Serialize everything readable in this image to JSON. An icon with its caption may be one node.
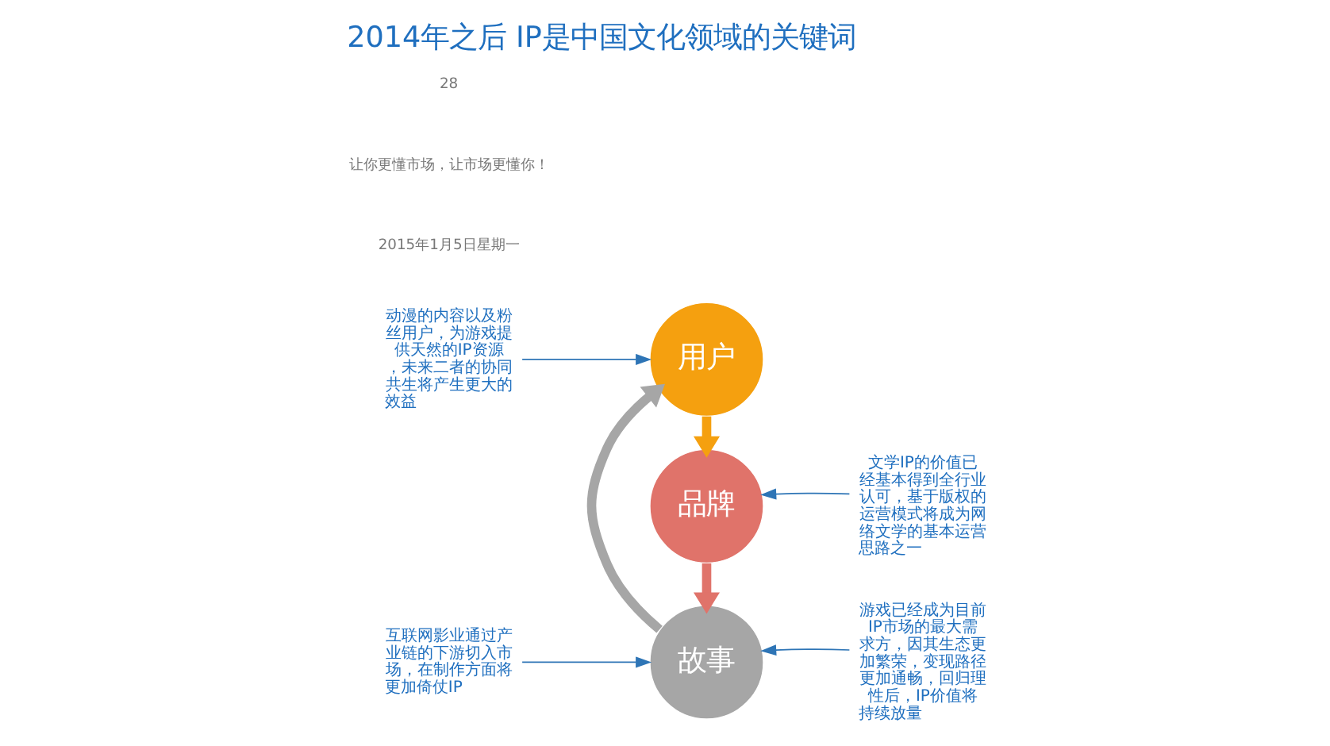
{
  "diagram": {
    "title": "2014年之后 IP是中国文化领域的关键词",
    "nodes": [
      {
        "text": [
          "动漫的内容以及粉丝用户，为游戏提供天然的IP资源，未来二者的协同共生将产生更大的效益"
        ]
      },
      {
        "text": [
          "文学IP的价值已经基本得到全行业认可，基于版权的运营模式将成为网络文学的基本运营思路之一"
        ]
      },
      {
        "text": [
          "用户"
        ]
      },
      {
        "text": [
          "品牌"
        ]
      },
      {
        "text": [
          "故事"
        ]
      },
      {
        "text": [
          "互联网影业通过产业链的下游切入市场，在制作方面将更加倚仗IP"
        ]
      },
      {
        "text": [
          "游戏已经成为目前IP市场的最大需求方，因其生态更加繁荣，变现路径更加通畅，回归理性后，IP价值将持续放量"
        ]
      }
    ],
    "edges": [
      {
        "from": 0,
        "to": 2,
        "arrow": "to"
      },
      {
        "from": 1,
        "to": 3,
        "arrow": "to"
      },
      {
        "from": 5,
        "to": 4,
        "arrow": "to"
      },
      {
        "from": 6,
        "to": 4,
        "arrow": "to"
      },
      {
        "from": 2,
        "to": 3,
        "arrow": "to",
        "style": "thick",
        "color": "#f5a00f"
      },
      {
        "from": 3,
        "to": 4,
        "arrow": "to",
        "style": "thick",
        "color": "#e0736a"
      },
      {
        "from": 4,
        "to": 2,
        "arrow": "to",
        "style": "thick",
        "color": "#a6a6a6"
      }
    ],
    "labels": [
      "2015年1月5日星期一",
      "让你更懂市场，让市场更懂你！",
      "28"
    ]
  }
}
